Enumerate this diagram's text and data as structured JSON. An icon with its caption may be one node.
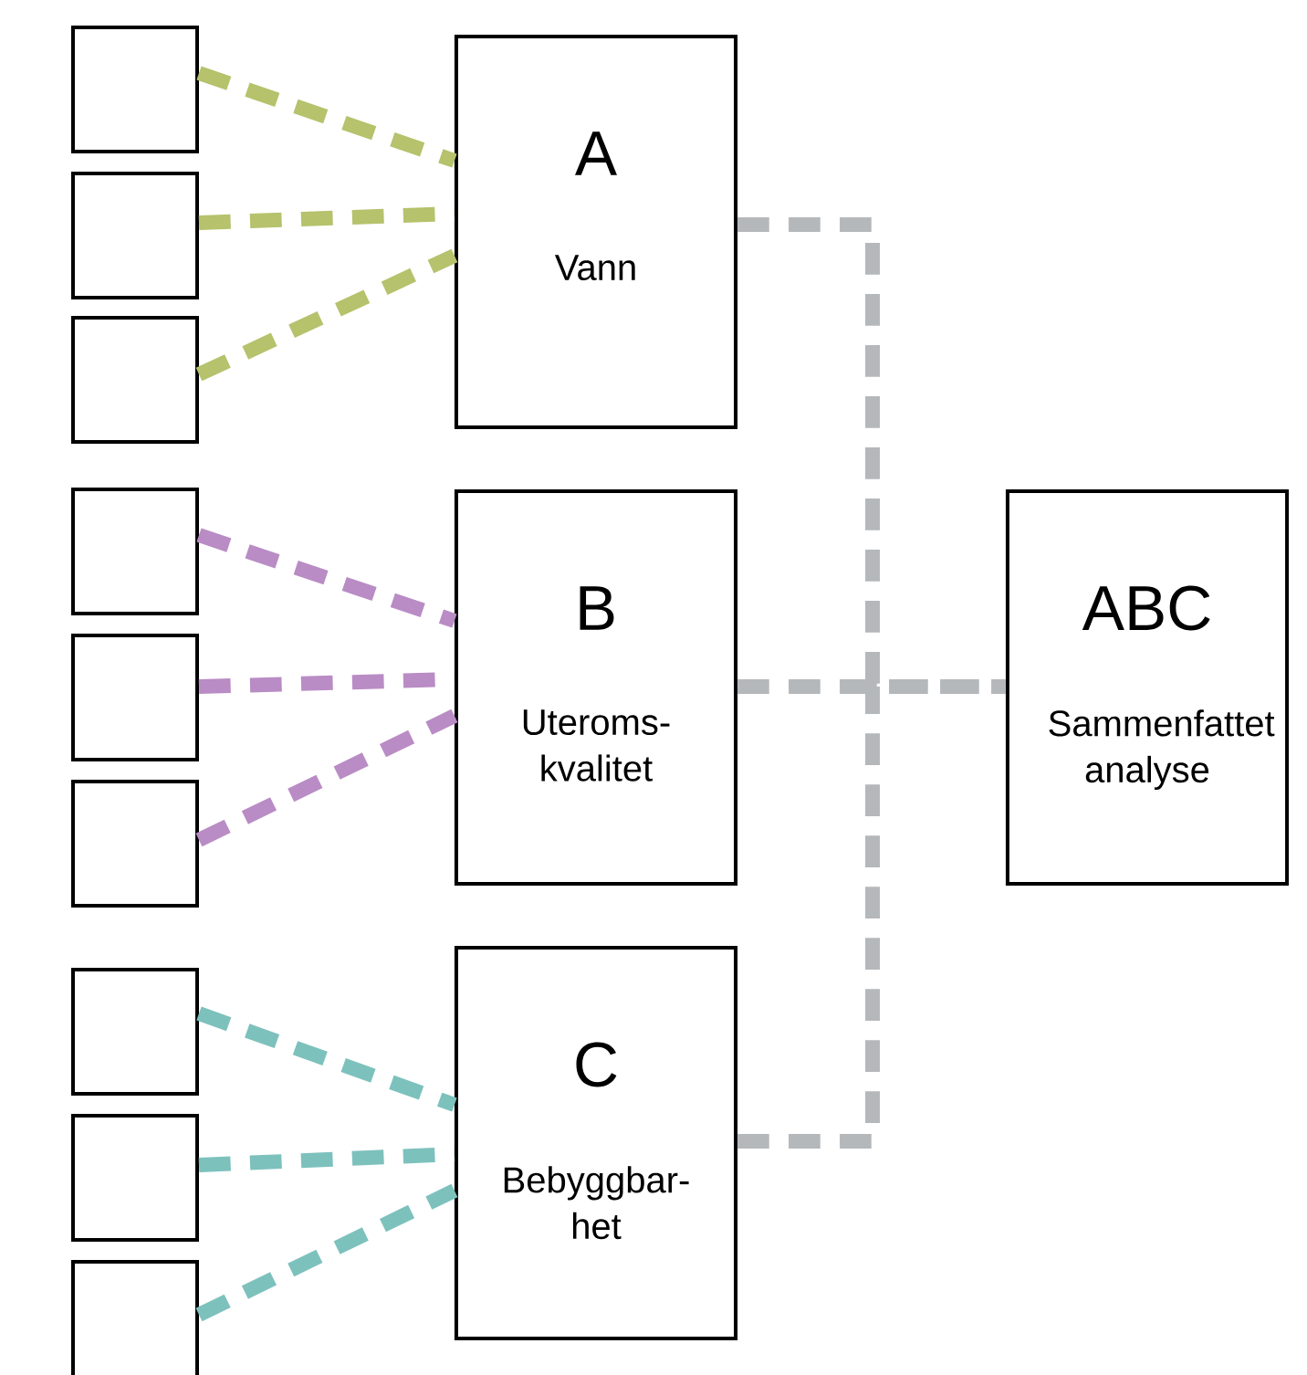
{
  "diagram": {
    "nodes": [
      {
        "text": [],
        "shape": "box"
      },
      {
        "text": [],
        "shape": "box"
      },
      {
        "text": [],
        "shape": "box"
      },
      {
        "text": [
          "A",
          "Vann"
        ]
      },
      {
        "text": [],
        "shape": "box"
      },
      {
        "text": [],
        "shape": "box"
      },
      {
        "text": [],
        "shape": "box"
      },
      {
        "text": [
          "B",
          "Uteroms- kvalitet"
        ]
      },
      {
        "text": [],
        "shape": "box"
      },
      {
        "text": [],
        "shape": "box"
      },
      {
        "text": [],
        "shape": "box"
      },
      {
        "text": [
          "C",
          "Bebyggbar- het"
        ]
      },
      {
        "text": [
          "ABC",
          "Sammenfattet analyse"
        ]
      }
    ],
    "edges": [
      {
        "from": 0,
        "to": 3,
        "arrow": "none",
        "style": "dashed",
        "color": "#b6c26c"
      },
      {
        "from": 1,
        "to": 3,
        "arrow": "none",
        "style": "dashed",
        "color": "#b6c26c"
      },
      {
        "from": 2,
        "to": 3,
        "arrow": "none",
        "style": "dashed",
        "color": "#b6c26c"
      },
      {
        "from": 4,
        "to": 7,
        "arrow": "none",
        "style": "dashed",
        "color": "#b98cc5"
      },
      {
        "from": 5,
        "to": 7,
        "arrow": "none",
        "style": "dashed",
        "color": "#b98cc5"
      },
      {
        "from": 6,
        "to": 7,
        "arrow": "none",
        "style": "dashed",
        "color": "#b98cc5"
      },
      {
        "from": 8,
        "to": 11,
        "arrow": "none",
        "style": "dashed",
        "color": "#7dc1bd"
      },
      {
        "from": 9,
        "to": 11,
        "arrow": "none",
        "style": "dashed",
        "color": "#7dc1bd"
      },
      {
        "from": 10,
        "to": 11,
        "arrow": "none",
        "style": "dashed",
        "color": "#7dc1bd"
      },
      {
        "from": 3,
        "to": 12,
        "arrow": "none",
        "style": "dashed",
        "color": "#b5b8bb"
      },
      {
        "from": 7,
        "to": 12,
        "arrow": "none",
        "style": "dashed",
        "color": "#b5b8bb"
      },
      {
        "from": 11,
        "to": 12,
        "arrow": "none",
        "style": "dashed",
        "color": "#b5b8bb"
      }
    ]
  }
}
